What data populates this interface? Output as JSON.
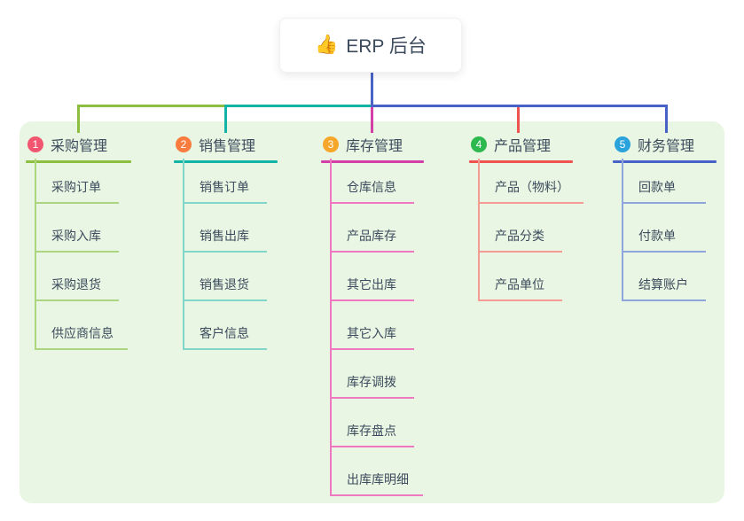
{
  "root": {
    "icon": "👍",
    "label": "ERP 后台"
  },
  "colors": {
    "panel_bg": "#e9f6e3",
    "root_connector": "#4a63c8",
    "text": "#3c4b5d",
    "card_bg": "#ffffff"
  },
  "branches": [
    {
      "number": "1",
      "label": "采购管理",
      "badge_color": "#f2556f",
      "line_color": "#8cbf3f",
      "child_line_color": "#abd57f",
      "children": [
        "采购订单",
        "采购入库",
        "采购退货",
        "供应商信息"
      ]
    },
    {
      "number": "2",
      "label": "销售管理",
      "badge_color": "#f97b3d",
      "line_color": "#12b5a5",
      "child_line_color": "#7fd6c9",
      "children": [
        "销售订单",
        "销售出库",
        "销售退货",
        "客户信息"
      ]
    },
    {
      "number": "3",
      "label": "库存管理",
      "badge_color": "#f6a62a",
      "line_color": "#d33fa7",
      "child_line_color": "#ef79c1",
      "children": [
        "仓库信息",
        "产品库存",
        "其它出库",
        "其它入库",
        "库存调拨",
        "库存盘点",
        "出库库明细"
      ]
    },
    {
      "number": "4",
      "label": "产品管理",
      "badge_color": "#2eb950",
      "line_color": "#ef5350",
      "child_line_color": "#f49b94",
      "children": [
        "产品（物料）",
        "产品分类",
        "产品单位"
      ]
    },
    {
      "number": "5",
      "label": "财务管理",
      "badge_color": "#2aa3dc",
      "line_color": "#4662c6",
      "child_line_color": "#8fa6dd",
      "children": [
        "回款单",
        "付款单",
        "结算账户"
      ]
    }
  ]
}
